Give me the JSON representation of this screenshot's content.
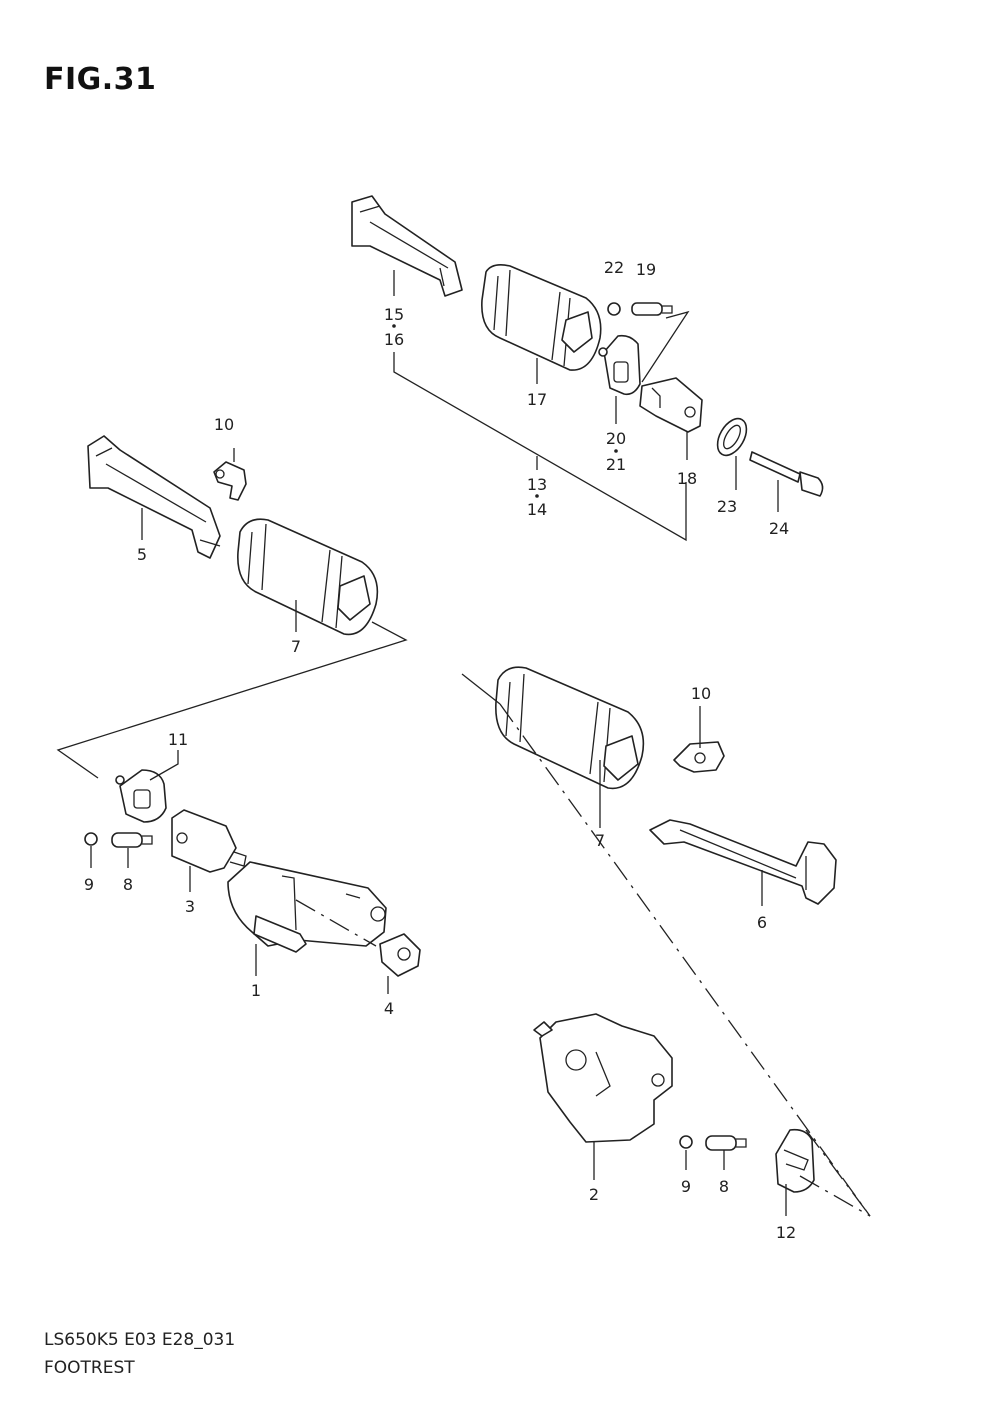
{
  "figure": {
    "title": "FIG.31"
  },
  "footer": {
    "model_code": "LS650K5 E03 E28_031",
    "section_name": "FOOTREST"
  },
  "callouts": [
    {
      "id": "c1",
      "label": "1"
    },
    {
      "id": "c2",
      "label": "2"
    },
    {
      "id": "c3",
      "label": "3"
    },
    {
      "id": "c4",
      "label": "4"
    },
    {
      "id": "c5",
      "label": "5"
    },
    {
      "id": "c6",
      "label": "6"
    },
    {
      "id": "c7a",
      "label": "7"
    },
    {
      "id": "c7b",
      "label": "7"
    },
    {
      "id": "c8a",
      "label": "8"
    },
    {
      "id": "c8b",
      "label": "8"
    },
    {
      "id": "c9a",
      "label": "9"
    },
    {
      "id": "c9b",
      "label": "9"
    },
    {
      "id": "c10a",
      "label": "10"
    },
    {
      "id": "c10b",
      "label": "10"
    },
    {
      "id": "c11",
      "label": "11"
    },
    {
      "id": "c12",
      "label": "12"
    },
    {
      "id": "c13",
      "label": "13"
    },
    {
      "id": "c14",
      "label": "14"
    },
    {
      "id": "c15",
      "label": "15"
    },
    {
      "id": "c16",
      "label": "16"
    },
    {
      "id": "c17",
      "label": "17"
    },
    {
      "id": "c18",
      "label": "18"
    },
    {
      "id": "c19",
      "label": "19"
    },
    {
      "id": "c20",
      "label": "20"
    },
    {
      "id": "c21",
      "label": "21"
    },
    {
      "id": "c22",
      "label": "22"
    },
    {
      "id": "c23",
      "label": "23"
    },
    {
      "id": "c24",
      "label": "24"
    }
  ]
}
